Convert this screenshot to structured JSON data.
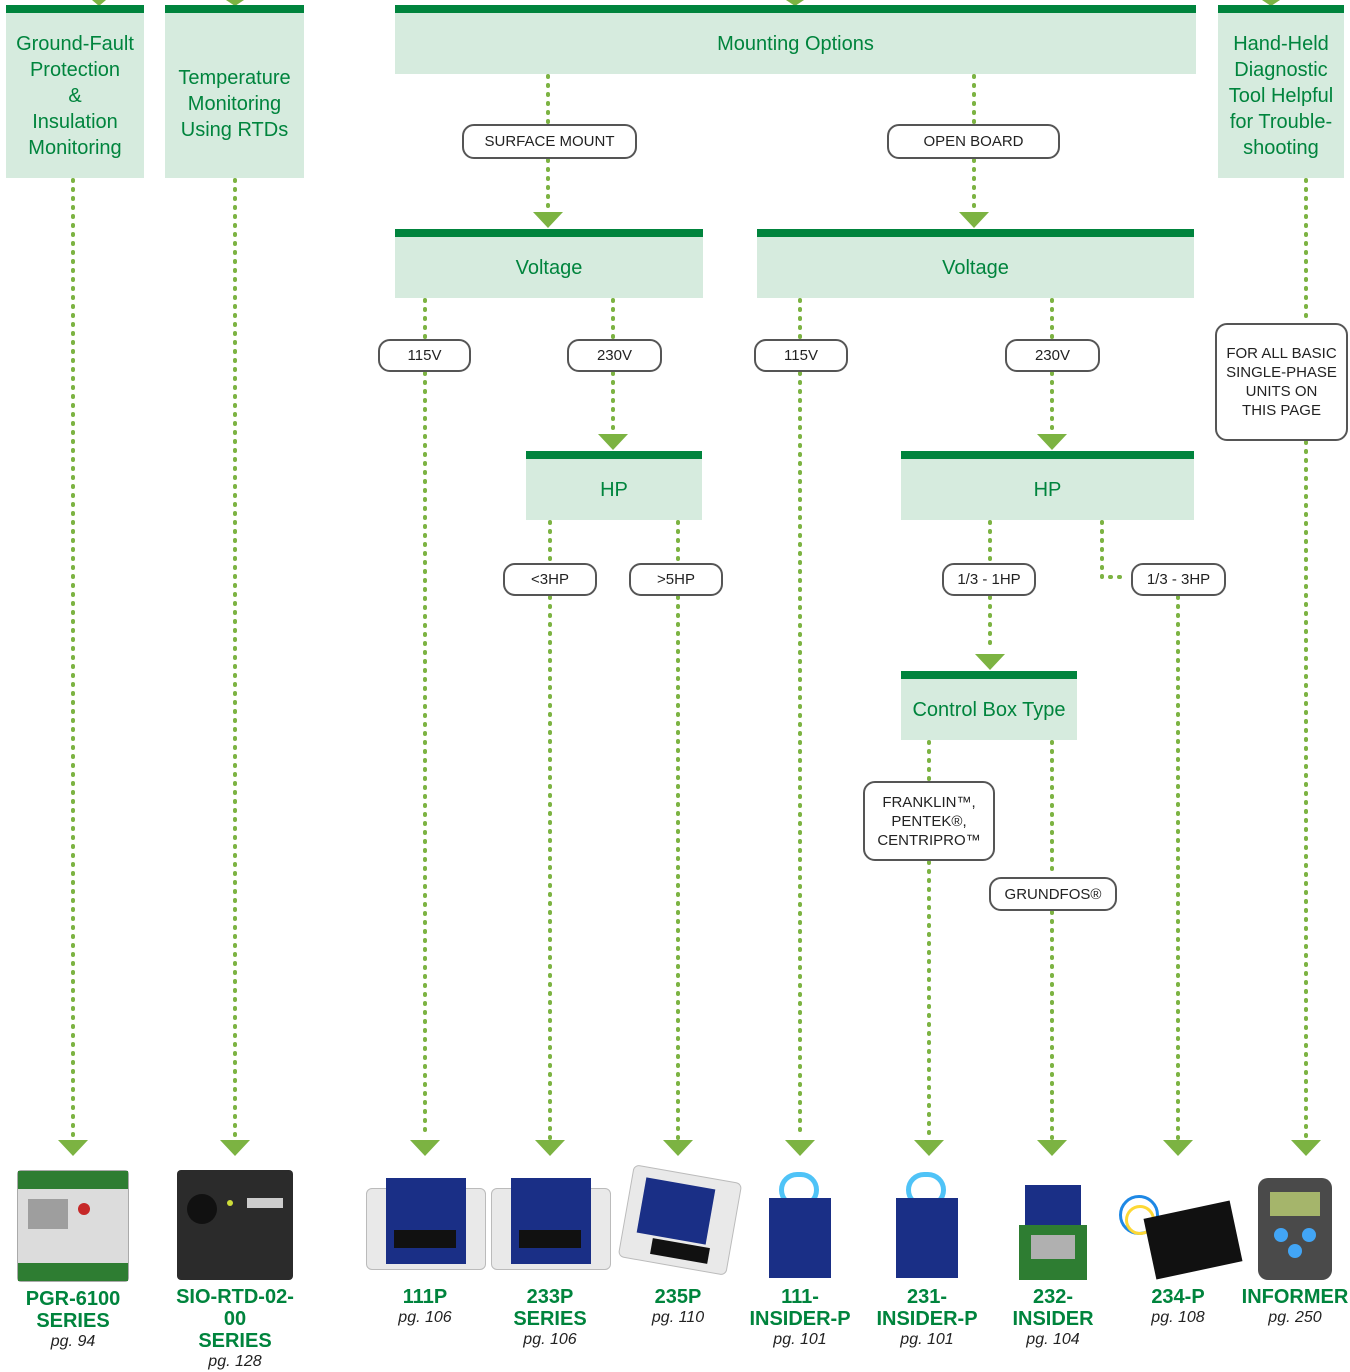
{
  "colors": {
    "accent_green": "#00843d",
    "box_fill": "#d6ebde",
    "connector_green": "#7cb342",
    "pill_border": "#555555"
  },
  "boxes": {
    "ground_fault": "Ground-Fault\nProtection\n&\nInsulation\nMonitoring",
    "temperature": "Temperature\nMonitoring\nUsing RTDs",
    "mounting_options": "Mounting Options",
    "hand_held": "Hand-Held\nDiagnostic\nTool Helpful\nfor Trouble-\nshooting",
    "voltage_surface": "Voltage",
    "voltage_open": "Voltage",
    "hp_surface": "HP",
    "hp_open": "HP",
    "control_box": "Control Box Type"
  },
  "pills": {
    "surface_mount": "SURFACE MOUNT",
    "open_board": "OPEN BOARD",
    "sm_115v": "115V",
    "sm_230v": "230V",
    "ob_115v": "115V",
    "ob_230v": "230V",
    "lt3hp": "<3HP",
    "gt5hp": ">5HP",
    "hp_1_3_1": "1/3 - 1HP",
    "hp_1_3_3": "1/3 - 3HP",
    "franklin": "FRANKLIN™,\nPENTEK®,\nCENTRIPRO™",
    "grundfos": "GRUNDFOS®",
    "for_all": "FOR ALL BASIC\nSINGLE-PHASE\nUNITS ON\nTHIS PAGE"
  },
  "products": [
    {
      "name": "PGR-6100\nSERIES",
      "page": "pg. 94",
      "icon": "pgr-6100-device"
    },
    {
      "name": "SIO-RTD-02-00\nSERIES",
      "page": "pg. 128",
      "icon": "sio-rtd-device"
    },
    {
      "name": "111P",
      "page": "pg. 106",
      "icon": "111p-device"
    },
    {
      "name": "233P\nSERIES",
      "page": "pg. 106",
      "icon": "233p-device"
    },
    {
      "name": "235P",
      "page": "pg. 110",
      "icon": "235p-device"
    },
    {
      "name": "111-\nINSIDER-P",
      "page": "pg. 101",
      "icon": "111-insider-p-device"
    },
    {
      "name": "231-\nINSIDER-P",
      "page": "pg. 101",
      "icon": "231-insider-p-device"
    },
    {
      "name": "232-\nINSIDER",
      "page": "pg. 104",
      "icon": "232-insider-device"
    },
    {
      "name": "234-P",
      "page": "pg. 108",
      "icon": "234-p-device"
    },
    {
      "name": "INFORMER",
      "page": "pg. 250",
      "icon": "informer-device"
    }
  ]
}
